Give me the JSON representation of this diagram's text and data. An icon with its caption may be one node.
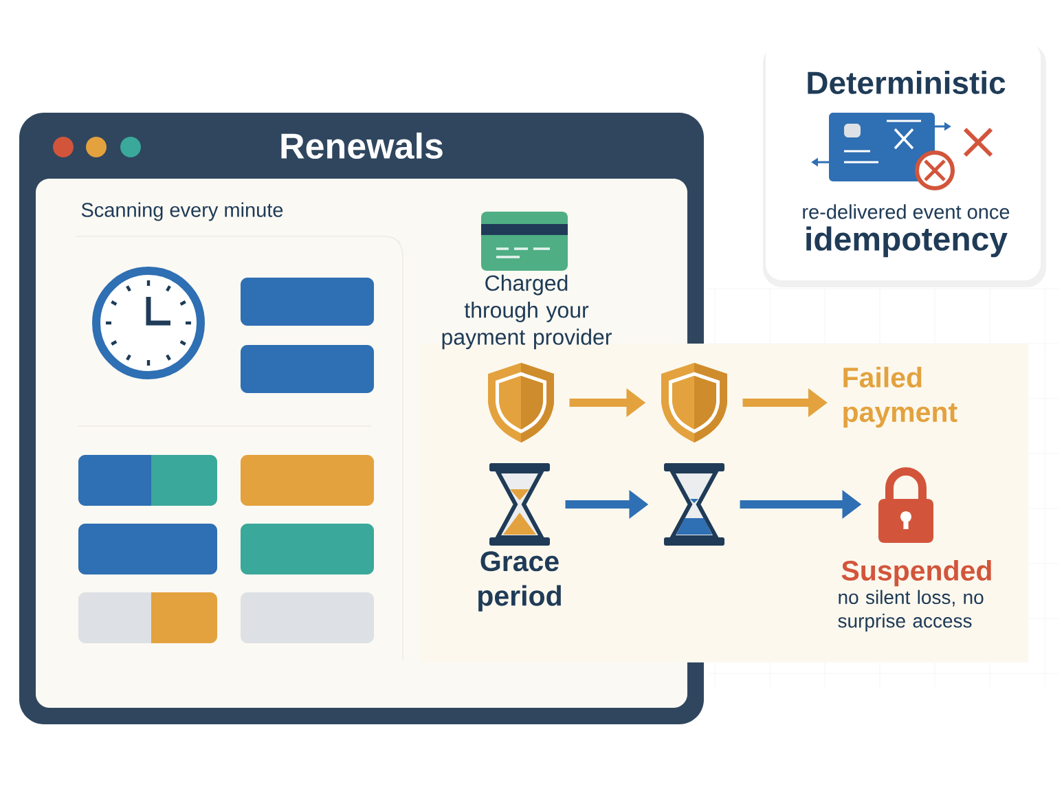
{
  "diagram": {
    "nodes": [
      {
        "text": [
          "Renewals"
        ]
      },
      {
        "text": [],
        "shape": "shield",
        "in": 0
      },
      {
        "text": [],
        "shape": "shield"
      },
      {
        "text": [
          "Failed payment"
        ]
      },
      {
        "text": [],
        "shape": "hourglass",
        "in": 0,
        "beside": [
          "Grace period"
        ]
      },
      {
        "text": [],
        "shape": "hourglass"
      },
      {
        "text": [],
        "shape": "lock",
        "beside": [
          "Suspended",
          "no silent loss, no surprise access"
        ]
      },
      {
        "text": [
          "Deterministic",
          "re-delivered event once",
          "idempotency"
        ]
      }
    ],
    "edges": [
      {
        "from": 1,
        "to": 2,
        "arrow": "to",
        "color": "#e3a23e"
      },
      {
        "from": 2,
        "to": 3,
        "arrow": "to",
        "color": "#e3a23e"
      },
      {
        "from": 4,
        "to": 5,
        "arrow": "to",
        "color": "#2f6fb3"
      },
      {
        "from": 5,
        "to": 6,
        "arrow": "to",
        "color": "#2f6fb3"
      }
    ],
    "labels": [
      "Scanning every minute",
      "Charged through your payment provider"
    ]
  }
}
